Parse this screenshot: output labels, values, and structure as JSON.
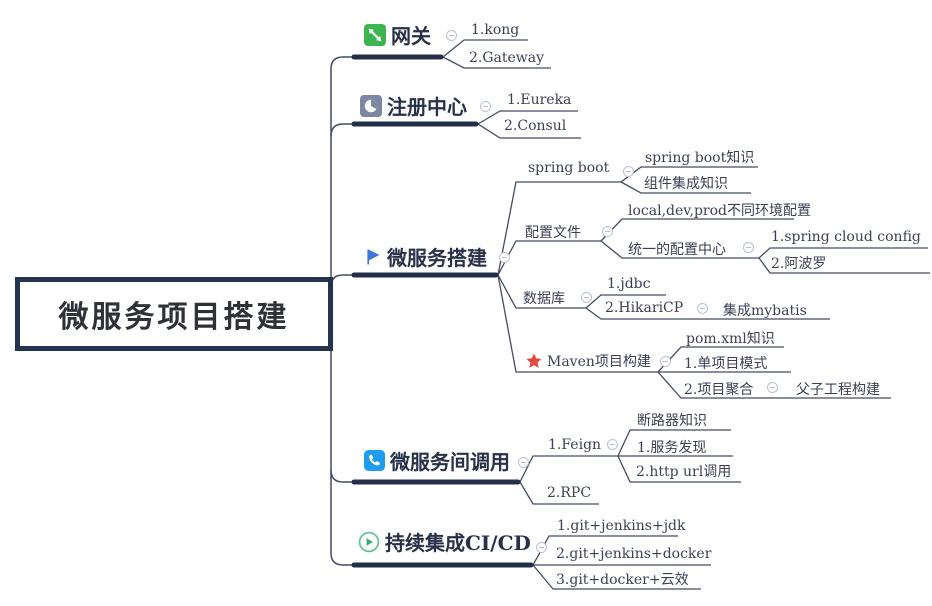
{
  "root": {
    "label": "微服务项目搭建"
  },
  "branches": [
    {
      "label": "网关",
      "icon": "resize-arrows",
      "children": [
        {
          "label": "1.kong"
        },
        {
          "label": "2.Gateway"
        }
      ]
    },
    {
      "label": "注册中心",
      "icon": "clock",
      "children": [
        {
          "label": "1.Eureka"
        },
        {
          "label": "2.Consul"
        }
      ]
    },
    {
      "label": "微服务搭建",
      "icon": "flag",
      "children": [
        {
          "label": "spring boot",
          "children": [
            {
              "label": "spring boot知识"
            },
            {
              "label": "组件集成知识"
            }
          ]
        },
        {
          "label": "配置文件",
          "children": [
            {
              "label": "local,dev,prod不同环境配置"
            },
            {
              "label": "统一的配置中心",
              "children": [
                {
                  "label": "1.spring cloud config"
                },
                {
                  "label": "2.阿波罗"
                }
              ]
            }
          ]
        },
        {
          "label": "数据库",
          "children": [
            {
              "label": "1.jdbc"
            },
            {
              "label": "2.HikariCP",
              "children": [
                {
                  "label": "集成mybatis"
                }
              ]
            }
          ]
        },
        {
          "label": "Maven项目构建",
          "icon": "star",
          "children": [
            {
              "label": "pom.xml知识"
            },
            {
              "label": "1.单项目模式"
            },
            {
              "label": "2.项目聚合",
              "children": [
                {
                  "label": "父子工程构建"
                }
              ]
            }
          ]
        }
      ]
    },
    {
      "label": "微服务间调用",
      "icon": "phone",
      "children": [
        {
          "label": "1.Feign",
          "children": [
            {
              "label": "断路器知识"
            },
            {
              "label": "1.服务发现"
            },
            {
              "label": "2.http url调用"
            }
          ]
        },
        {
          "label": "2.RPC"
        }
      ]
    },
    {
      "label": "持续集成CI/CD",
      "icon": "play",
      "children": [
        {
          "label": "1.git+jenkins+jdk"
        },
        {
          "label": "2.git+jenkins+docker"
        },
        {
          "label": "3.git+docker+云效"
        }
      ]
    }
  ],
  "colors": {
    "line": "#434c66",
    "main_branch": "#232f48",
    "gateway_icon": "#3cb54e",
    "registry_icon": "#7b87a3",
    "flag_icon": "#3d77d8",
    "star_icon": "#e8493f",
    "phone_icon": "#1e9cf0",
    "play_icon": "#2fae64"
  }
}
